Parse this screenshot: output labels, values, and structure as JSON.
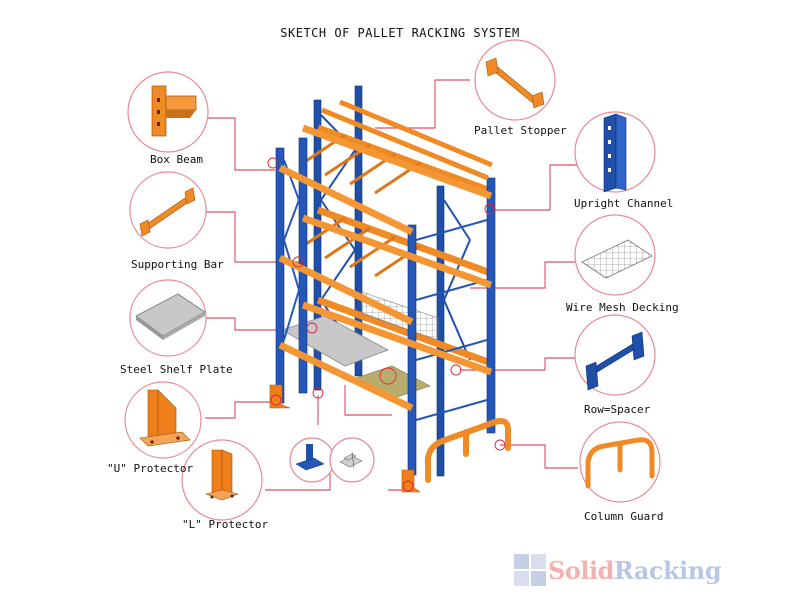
{
  "title": "SKETCH OF PALLET RACKING SYSTEM",
  "components": [
    {
      "name": "box-beam",
      "label": "Box Beam",
      "side": "left"
    },
    {
      "name": "supporting-bar",
      "label": "Supporting Bar",
      "side": "left"
    },
    {
      "name": "steel-shelf-plate",
      "label": "Steel Shelf Plate",
      "side": "left"
    },
    {
      "name": "u-protector",
      "label": "\"U\" Protector",
      "side": "left"
    },
    {
      "name": "l-protector",
      "label": "\"L\" Protector",
      "side": "left"
    },
    {
      "name": "pallet-stopper",
      "label": "Pallet Stopper",
      "side": "right"
    },
    {
      "name": "upright-channel",
      "label": "Upright Channel",
      "side": "right"
    },
    {
      "name": "wire-mesh-decking",
      "label": "Wire Mesh Decking",
      "side": "right"
    },
    {
      "name": "row-spacer",
      "label": "Row=Spacer",
      "side": "right"
    },
    {
      "name": "column-guard",
      "label": "Column Guard",
      "side": "right"
    }
  ],
  "logo": {
    "word_1": "Solid",
    "word_2": "Racking"
  },
  "colors": {
    "upright": "#1f4fa8",
    "beam": "#f08a24",
    "leader": "#d9263a",
    "bubble": "#e88a95",
    "plate": "#c8c8c8"
  }
}
